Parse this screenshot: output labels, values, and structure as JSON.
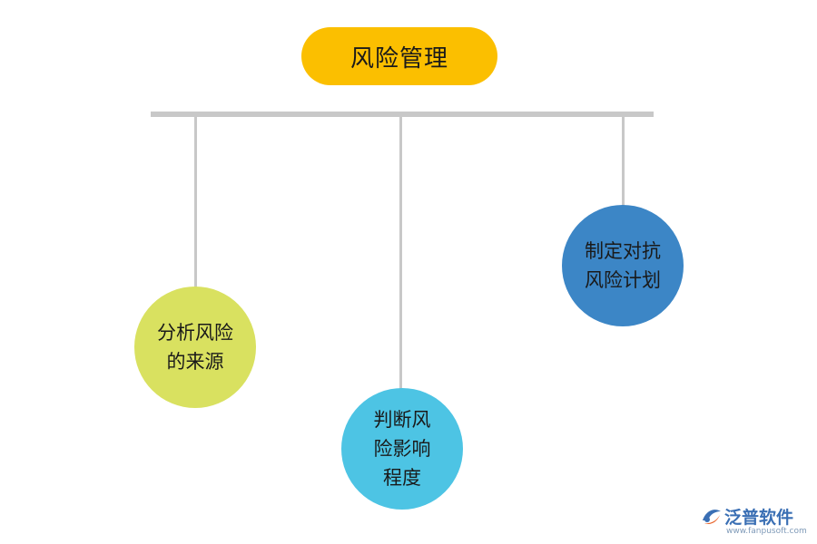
{
  "title": {
    "text": "风险管理",
    "color": "#fbbf00"
  },
  "connector_color": "#c8c8c8",
  "nodes": [
    {
      "lines": [
        "分析风险",
        "的来源"
      ],
      "color": "#d9e160",
      "text_color": "#1a1a1a"
    },
    {
      "lines": [
        "判断风",
        "险影响",
        "程度"
      ],
      "color": "#4dc4e4",
      "text_color": "#1a1a1a"
    },
    {
      "lines": [
        "制定对抗",
        "风险计划"
      ],
      "color": "#3c86c6",
      "text_color": "#1a1a1a"
    }
  ],
  "logo": {
    "name": "泛普软件",
    "url": "www.fanpusoft.com",
    "icon": "fanpu-logo-icon",
    "color": "#3a6fb4"
  }
}
